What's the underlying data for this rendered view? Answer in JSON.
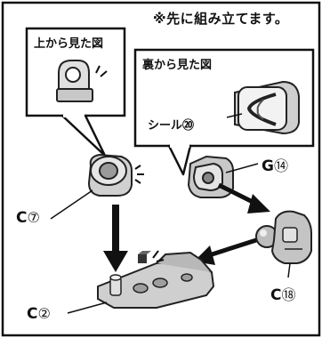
{
  "notice": "※先に組み立てます。",
  "top_view": {
    "caption": "上から見た図"
  },
  "back_view": {
    "caption": "裏から見た図",
    "sticker_label": "シール⑳"
  },
  "part_labels": [
    {
      "letter": "C",
      "number": "⑦"
    },
    {
      "letter": "C",
      "number": "②"
    },
    {
      "letter": "G",
      "number": "⑭"
    },
    {
      "letter": "C",
      "number": "⑱"
    }
  ]
}
